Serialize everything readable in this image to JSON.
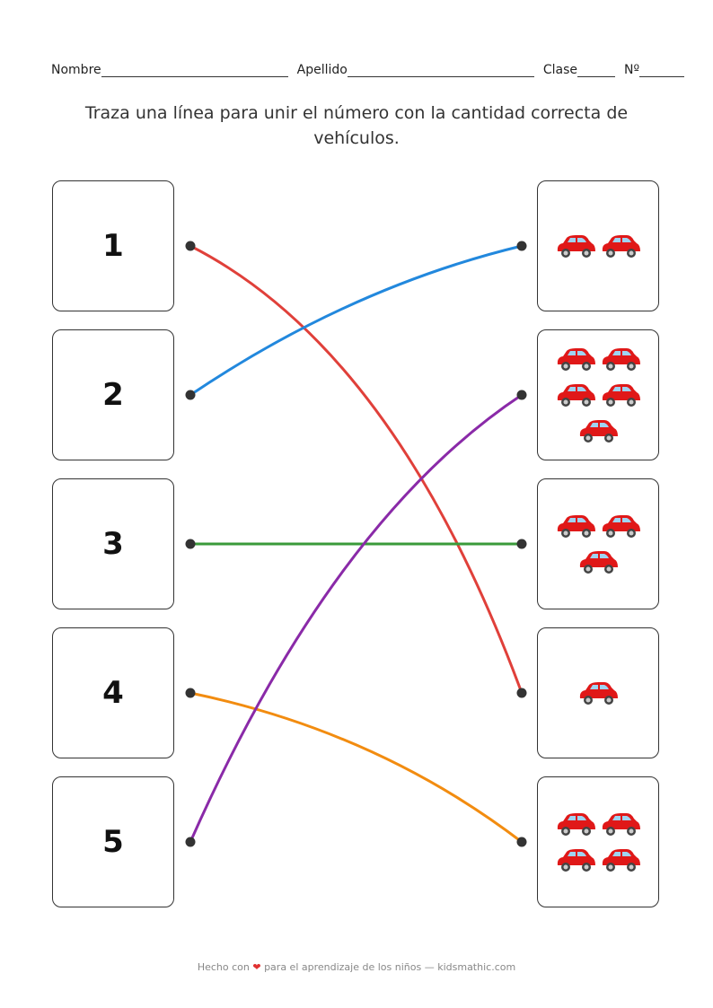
{
  "header": {
    "name_label": "Nombre",
    "surname_label": "Apellido",
    "class_label": "Clase",
    "number_label": "Nº"
  },
  "instruction": "Traza una línea para unir el número con la cantidad correcta de vehículos.",
  "left_numbers": [
    "1",
    "2",
    "3",
    "4",
    "5"
  ],
  "right_car_counts": [
    2,
    5,
    3,
    1,
    4
  ],
  "matches": [
    {
      "from": 1,
      "to_box": 4,
      "color": "#e0403a"
    },
    {
      "from": 2,
      "to_box": 1,
      "color": "#2288dd"
    },
    {
      "from": 3,
      "to_box": 3,
      "color": "#3a9a3a"
    },
    {
      "from": 4,
      "to_box": 5,
      "color": "#f28c10"
    },
    {
      "from": 5,
      "to_box": 2,
      "color": "#8a2aa8"
    }
  ],
  "footer": {
    "prefix": "Hecho con",
    "heart": "❤",
    "suffix": "para el aprendizaje de los niños — kidsmathic.com"
  }
}
